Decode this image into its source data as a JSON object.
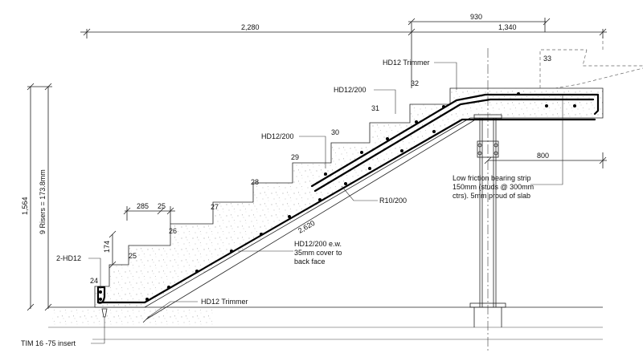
{
  "dimensions": {
    "top_left_span": "2,280",
    "top_right_upper": "930",
    "top_right_lower": "1,340",
    "right_800": "800",
    "total_height": "1,564",
    "risers": "9 Risers = 173.8mm",
    "going": "285",
    "nosing": "25",
    "riser_174": "174",
    "slope_length": "2,620"
  },
  "step_numbers": [
    "24",
    "25",
    "26",
    "27",
    "28",
    "29",
    "30",
    "31",
    "32",
    "33"
  ],
  "labels": {
    "hd12_trimmer_top": "HD12 Trimmer",
    "hd12_200_a": "HD12/200",
    "hd12_200_b": "HD12/200",
    "r10_200": "R10/200",
    "hd12_200_ew_1": "HD12/200 e.w.",
    "hd12_200_ew_2": "35mm cover to",
    "hd12_200_ew_3": "back face",
    "hd12_trimmer_bottom": "HD12 Trimmer",
    "two_hd12": "2-HD12",
    "tim_insert": "TIM 16 -75 insert",
    "bearing_1": "Low friction bearing strip",
    "bearing_2": "150mm (studs @ 300mm",
    "bearing_3": "ctrs). 5mm proud of slab"
  }
}
